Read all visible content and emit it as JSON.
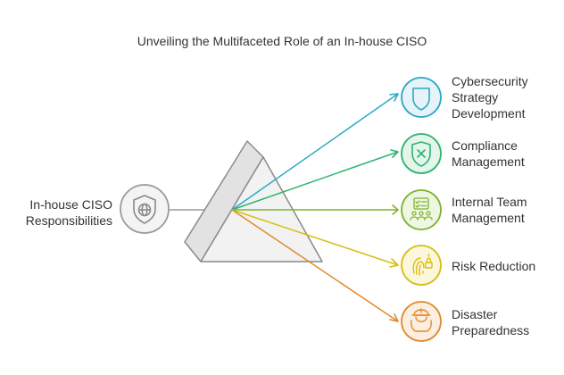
{
  "title": "Unveiling the Multifaceted Role of an In-house CISO",
  "source": {
    "label": "In-house CISO\nResponsibilities",
    "icon": "shield-globe-icon"
  },
  "outputs": [
    {
      "label": "Cybersecurity\nStrategy\nDevelopment",
      "icon": "shield-icon",
      "color": "#2AA8C9",
      "fill": "#E6F4F9"
    },
    {
      "label": "Compliance\nManagement",
      "icon": "shield-x-icon",
      "color": "#2FB36E",
      "fill": "#E4F5EC"
    },
    {
      "label": "Internal Team\nManagement",
      "icon": "team-checklist-icon",
      "color": "#7CB52D",
      "fill": "#EFF6E2"
    },
    {
      "label": "Risk Reduction",
      "icon": "fingerprint-lock-icon",
      "color": "#D9BE12",
      "fill": "#FBF7DC"
    },
    {
      "label": "Disaster\nPreparedness",
      "icon": "helmet-worker-icon",
      "color": "#E08A2E",
      "fill": "#FCEEE0"
    }
  ]
}
